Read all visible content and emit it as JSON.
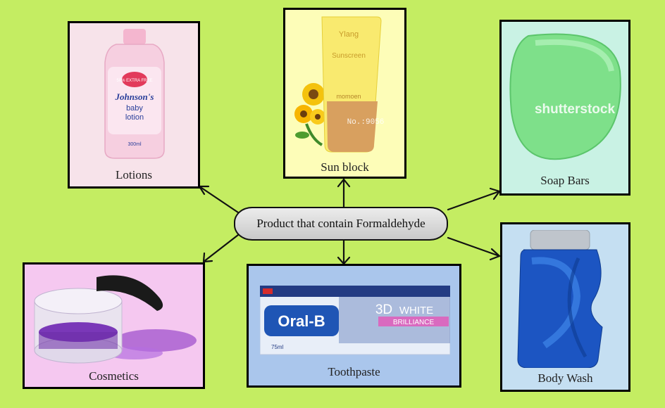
{
  "center": {
    "label": "Product that contain Formaldehyde"
  },
  "products": {
    "lotions": {
      "label": "Lotions",
      "bottle_badge": "50% EXTRA FREE",
      "bottle_brand": "Johnson's",
      "bottle_line1": "baby",
      "bottle_line2": "lotion",
      "bottle_volume": "300ml"
    },
    "sunblock": {
      "label": "Sun block",
      "tube_brand": "Ylang",
      "tube_product": "Sunscreen",
      "tube_sub": "momoen",
      "watermark": "No.:9056"
    },
    "soap": {
      "label": "Soap Bars",
      "watermark": "shutterstock"
    },
    "cosmetics": {
      "label": "Cosmetics"
    },
    "toothpaste": {
      "label": "Toothpaste",
      "brand": "Oral-B",
      "product_3d": "3D",
      "product_white": "WHITE",
      "product_brilliance": "BRILLIANCE",
      "volume": "75ml"
    },
    "bodywash": {
      "label": "Body Wash"
    }
  },
  "colors": {
    "background": "#c4ed62",
    "lotions_box": "#f7e3ea",
    "sunblock_box": "#fdfdb8",
    "soap_box": "#c9f2e4",
    "cosmetics_box": "#f5c8f0",
    "toothpaste_box": "#aac6ec",
    "bodywash_box": "#c5dff2"
  }
}
